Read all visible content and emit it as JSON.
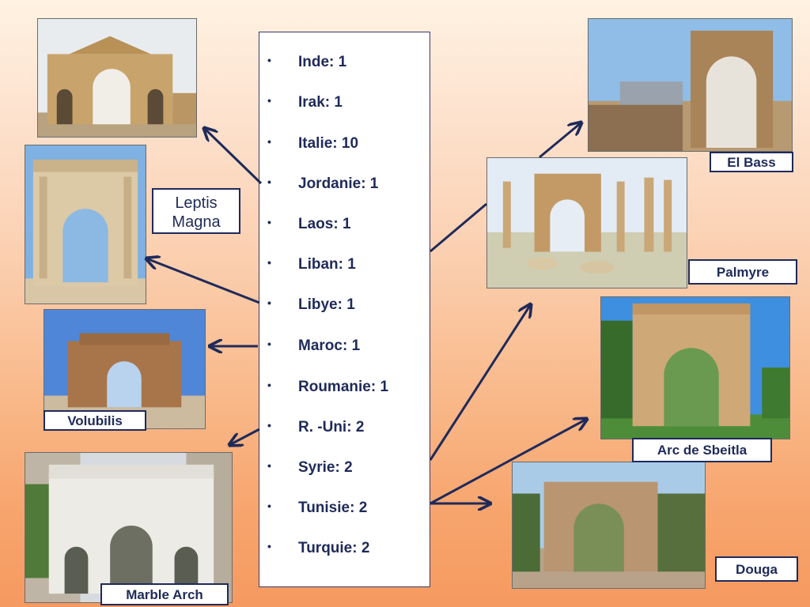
{
  "countries": [
    {
      "label": "Inde: 1"
    },
    {
      "label": "Irak: 1"
    },
    {
      "label": "Italie: 10"
    },
    {
      "label": "Jordanie: 1"
    },
    {
      "label": "Laos: 1"
    },
    {
      "label": "Liban: 1"
    },
    {
      "label": "Libye: 1"
    },
    {
      "label": "Maroc: 1"
    },
    {
      "label": "Roumanie: 1"
    },
    {
      "label": "R. -Uni: 2"
    },
    {
      "label": "Syrie: 2"
    },
    {
      "label": "Tunisie: 2"
    },
    {
      "label": "Turquie: 2"
    }
  ],
  "bullet": "•",
  "labels": {
    "leptis_line1": "Leptis",
    "leptis_line2": "Magna",
    "volubilis": "Volubilis",
    "marble_arch": "Marble Arch",
    "el_bass": "El Bass",
    "palmyre": "Palmyre",
    "arc_de_sbeitla": "Arc de Sbeitla",
    "douga": "Douga"
  },
  "colors": {
    "accent": "#1f2a5a",
    "panel": "#ffffff"
  }
}
